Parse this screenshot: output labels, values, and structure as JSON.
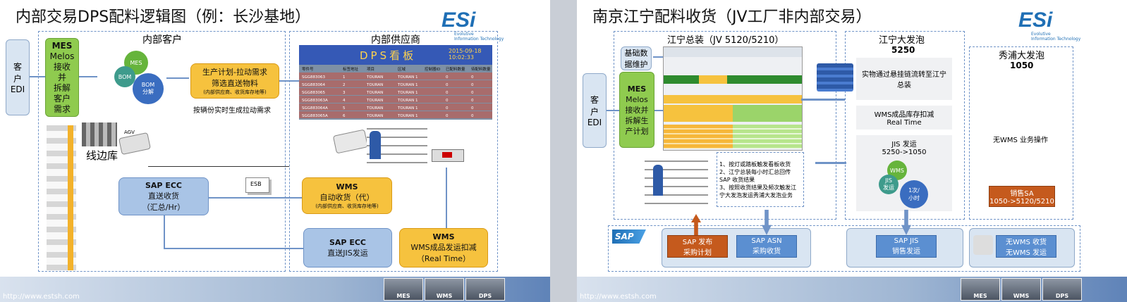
{
  "left": {
    "title": "内部交易DPS配料逻辑图（例：长沙基地）",
    "logo": {
      "text": "ESi",
      "sub1": "Evolutive",
      "sub2": "Information Technology"
    },
    "internal_customer": "内部客户",
    "internal_supplier": "内部供应商",
    "customer_edi": [
      "客",
      "户",
      "EDI"
    ],
    "mes_box": [
      "MES",
      "Melos",
      "接收",
      "并",
      "拆解",
      "客户",
      "需求"
    ],
    "gear_labels": {
      "mes": "MES",
      "bom": "BOM",
      "bom2": "BOM",
      "split": "分解"
    },
    "plan_box": {
      "line1": "生产计划-拉动需求",
      "line2": "筛选直送物料",
      "line3": "(内部供应商、收货库存地等)"
    },
    "plan_note": "按辆份实时生成拉动需求",
    "dps_board": {
      "title": "DPS看板",
      "time": "2015-09-18\n10:02:33",
      "headers": [
        "零件号",
        "标签地址",
        "项目",
        "区域",
        "控制器ID",
        "已配料数量",
        "待配料数量"
      ],
      "rows": [
        [
          "SGG883063",
          "1",
          "TOURAN",
          "TOURAN 1",
          "",
          "0",
          "0"
        ],
        [
          "SGG883064",
          "2",
          "TOURAN",
          "TOURAN 1",
          "",
          "0",
          "0"
        ],
        [
          "SGG883065",
          "3",
          "TOURAN",
          "TOURAN 1",
          "",
          "0",
          "0"
        ],
        [
          "SGG883063A",
          "4",
          "TOURAN",
          "TOURAN 1",
          "",
          "0",
          "0"
        ],
        [
          "SGG883064A",
          "5",
          "TOURAN",
          "TOURAN 1",
          "",
          "0",
          "0"
        ],
        [
          "SGG883065A",
          "6",
          "TOURAN",
          "TOURAN 1",
          "",
          "0",
          "0"
        ]
      ]
    },
    "line_side": "线边库",
    "agv": "AGV",
    "esb": "ESB",
    "sap_ecc1": {
      "line1": "SAP ECC",
      "line2": "直送收货",
      "line3": "（汇总/Hr）"
    },
    "wms1": {
      "line1": "WMS",
      "line2": "自动收货（代）",
      "line3": "(内部供应商、收货库存地等)"
    },
    "sap_ecc2": {
      "line1": "SAP ECC",
      "line2": "直送JIS发运"
    },
    "wms2": {
      "line1": "WMS",
      "line2": "WMS成品发运扣减",
      "line3": "（Real Time）"
    },
    "footer_url": "http://www.estsh.com",
    "footer_buttons": [
      "MES",
      "WMS",
      "DPS"
    ]
  },
  "right": {
    "title": "南京江宁配料收货（JV工厂非内部交易）",
    "logo": {
      "text": "ESi",
      "sub1": "Evolutive",
      "sub2": "Information Technology"
    },
    "jiangning_assembly": "江宁总装（JV 5120/5210）",
    "jiangning_bubble": "江宁大发泡",
    "jiangning_code": "5250",
    "xiupu_bubble": "秀浦大发泡",
    "xiupu_code": "1050",
    "base_data": "基础数据维护",
    "customer_edi": [
      "客",
      "户",
      "EDI"
    ],
    "mes_box": [
      "MES",
      "Melos",
      "接收并",
      "拆解生",
      "产计划"
    ],
    "steps": [
      "1、按灯或踏板触发看板收货",
      "2、江宁总装每小时汇总回传SAP 收货结果",
      "3、按照收货结果及频次触发江宁大发泡发运秀浦大发泡业务"
    ],
    "conveyor_note": "实物通过悬挂链流转至江宁总装",
    "wms_deduct": "WMS成品库存扣减",
    "real_time": "Real Time",
    "jis_title": "JIS 发运",
    "jis_flow": "5250->1050",
    "gear_labels": {
      "wms": "WMS",
      "jis": "JIS\n发运",
      "freq": "1次/\n小时"
    },
    "no_wms_op": "无WMS 业务操作",
    "sales_sa": "销售SA\n1050->5120/5210",
    "sap_publish": "SAP 发布\n采购计划",
    "sap_asn": "SAP ASN\n采购收货",
    "sap_jis": "SAP JIS\n销售发运",
    "no_wms_recv": "无WMS 收货\n无WMS 发运",
    "sap_logo": "SAP",
    "footer_url": "http://www.estsh.com",
    "footer_buttons": [
      "MES",
      "WMS",
      "DPS"
    ]
  }
}
